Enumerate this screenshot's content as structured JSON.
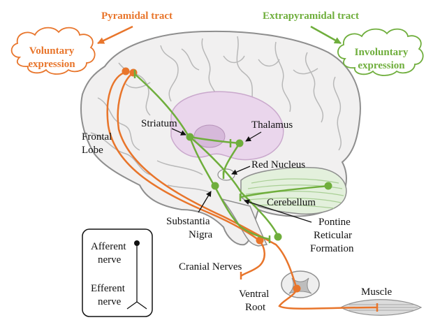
{
  "colors": {
    "pyramidal": "#e8752b",
    "extrapyramidal": "#6fae3c",
    "brain_fill": "#f1f0f0",
    "brain_outline": "#8e8e8e",
    "striatum_fill": "#ead6ec",
    "cerebellum_fill": "#e3f0dc"
  },
  "title_left": "Pyramidal tract",
  "title_right": "Extrapyramidal tract",
  "cloud_left": {
    "line1": "Voluntary",
    "line2": "expression"
  },
  "cloud_right": {
    "line1": "Involuntary",
    "line2": "expression"
  },
  "labels": {
    "frontal_line1": "Frontal",
    "frontal_line2": "Lobe",
    "striatum": "Striatum",
    "thalamus": "Thalamus",
    "red_nucleus": "Red Nucleus",
    "cerebellum": "Cerebellum",
    "substantia_line1": "Substantia",
    "substantia_line2": "Nigra",
    "pontine_line1": "Pontine",
    "pontine_line2": "Reticular",
    "pontine_line3": "Formation",
    "cranial": "Cranial Nerves",
    "ventral_line1": "Ventral",
    "ventral_line2": "Root",
    "muscle": "Muscle"
  },
  "legend": {
    "afferent_line1": "Afferent",
    "afferent_line2": "nerve",
    "efferent_line1": "Efferent",
    "efferent_line2": "nerve"
  },
  "icons": [
    "neuron-soma-icon",
    "axon-terminal-icon",
    "arrow-icon"
  ]
}
